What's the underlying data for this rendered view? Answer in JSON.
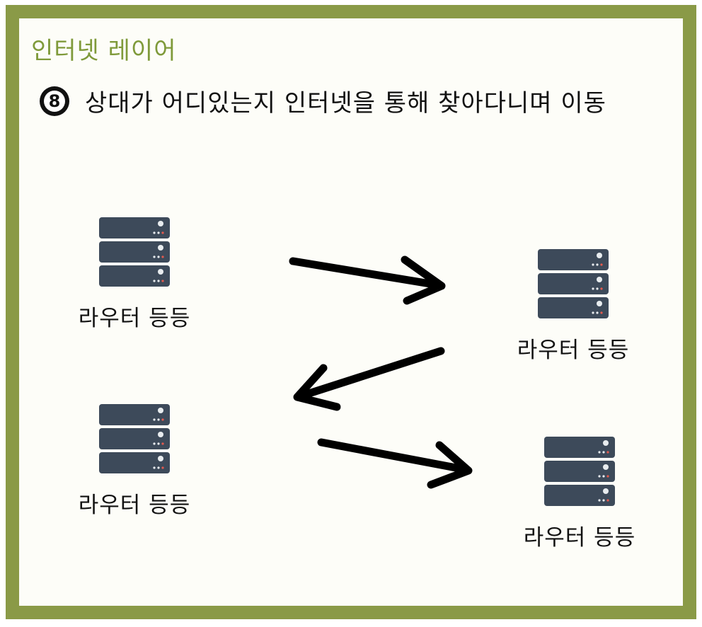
{
  "layer_title": "인터넷 레이어",
  "step": {
    "number": "8",
    "text": "상대가 어디있는지 인터넷을 통해 찾아다니며 이동"
  },
  "routers": [
    {
      "label": "라우터 등등"
    },
    {
      "label": "라우터 등등"
    },
    {
      "label": "라우터 등등"
    },
    {
      "label": "라우터 등등"
    }
  ],
  "colors": {
    "frame": "#8a9a47",
    "title": "#7f9a3a",
    "server_body": "#3d4a5a",
    "server_led_white": "#e8ecef",
    "server_led_red": "#e35a4f",
    "arrow": "#000000"
  },
  "icons": {
    "router": "server-rack-icon",
    "step_marker": "circled-number-icon",
    "link": "arrow-icon"
  }
}
